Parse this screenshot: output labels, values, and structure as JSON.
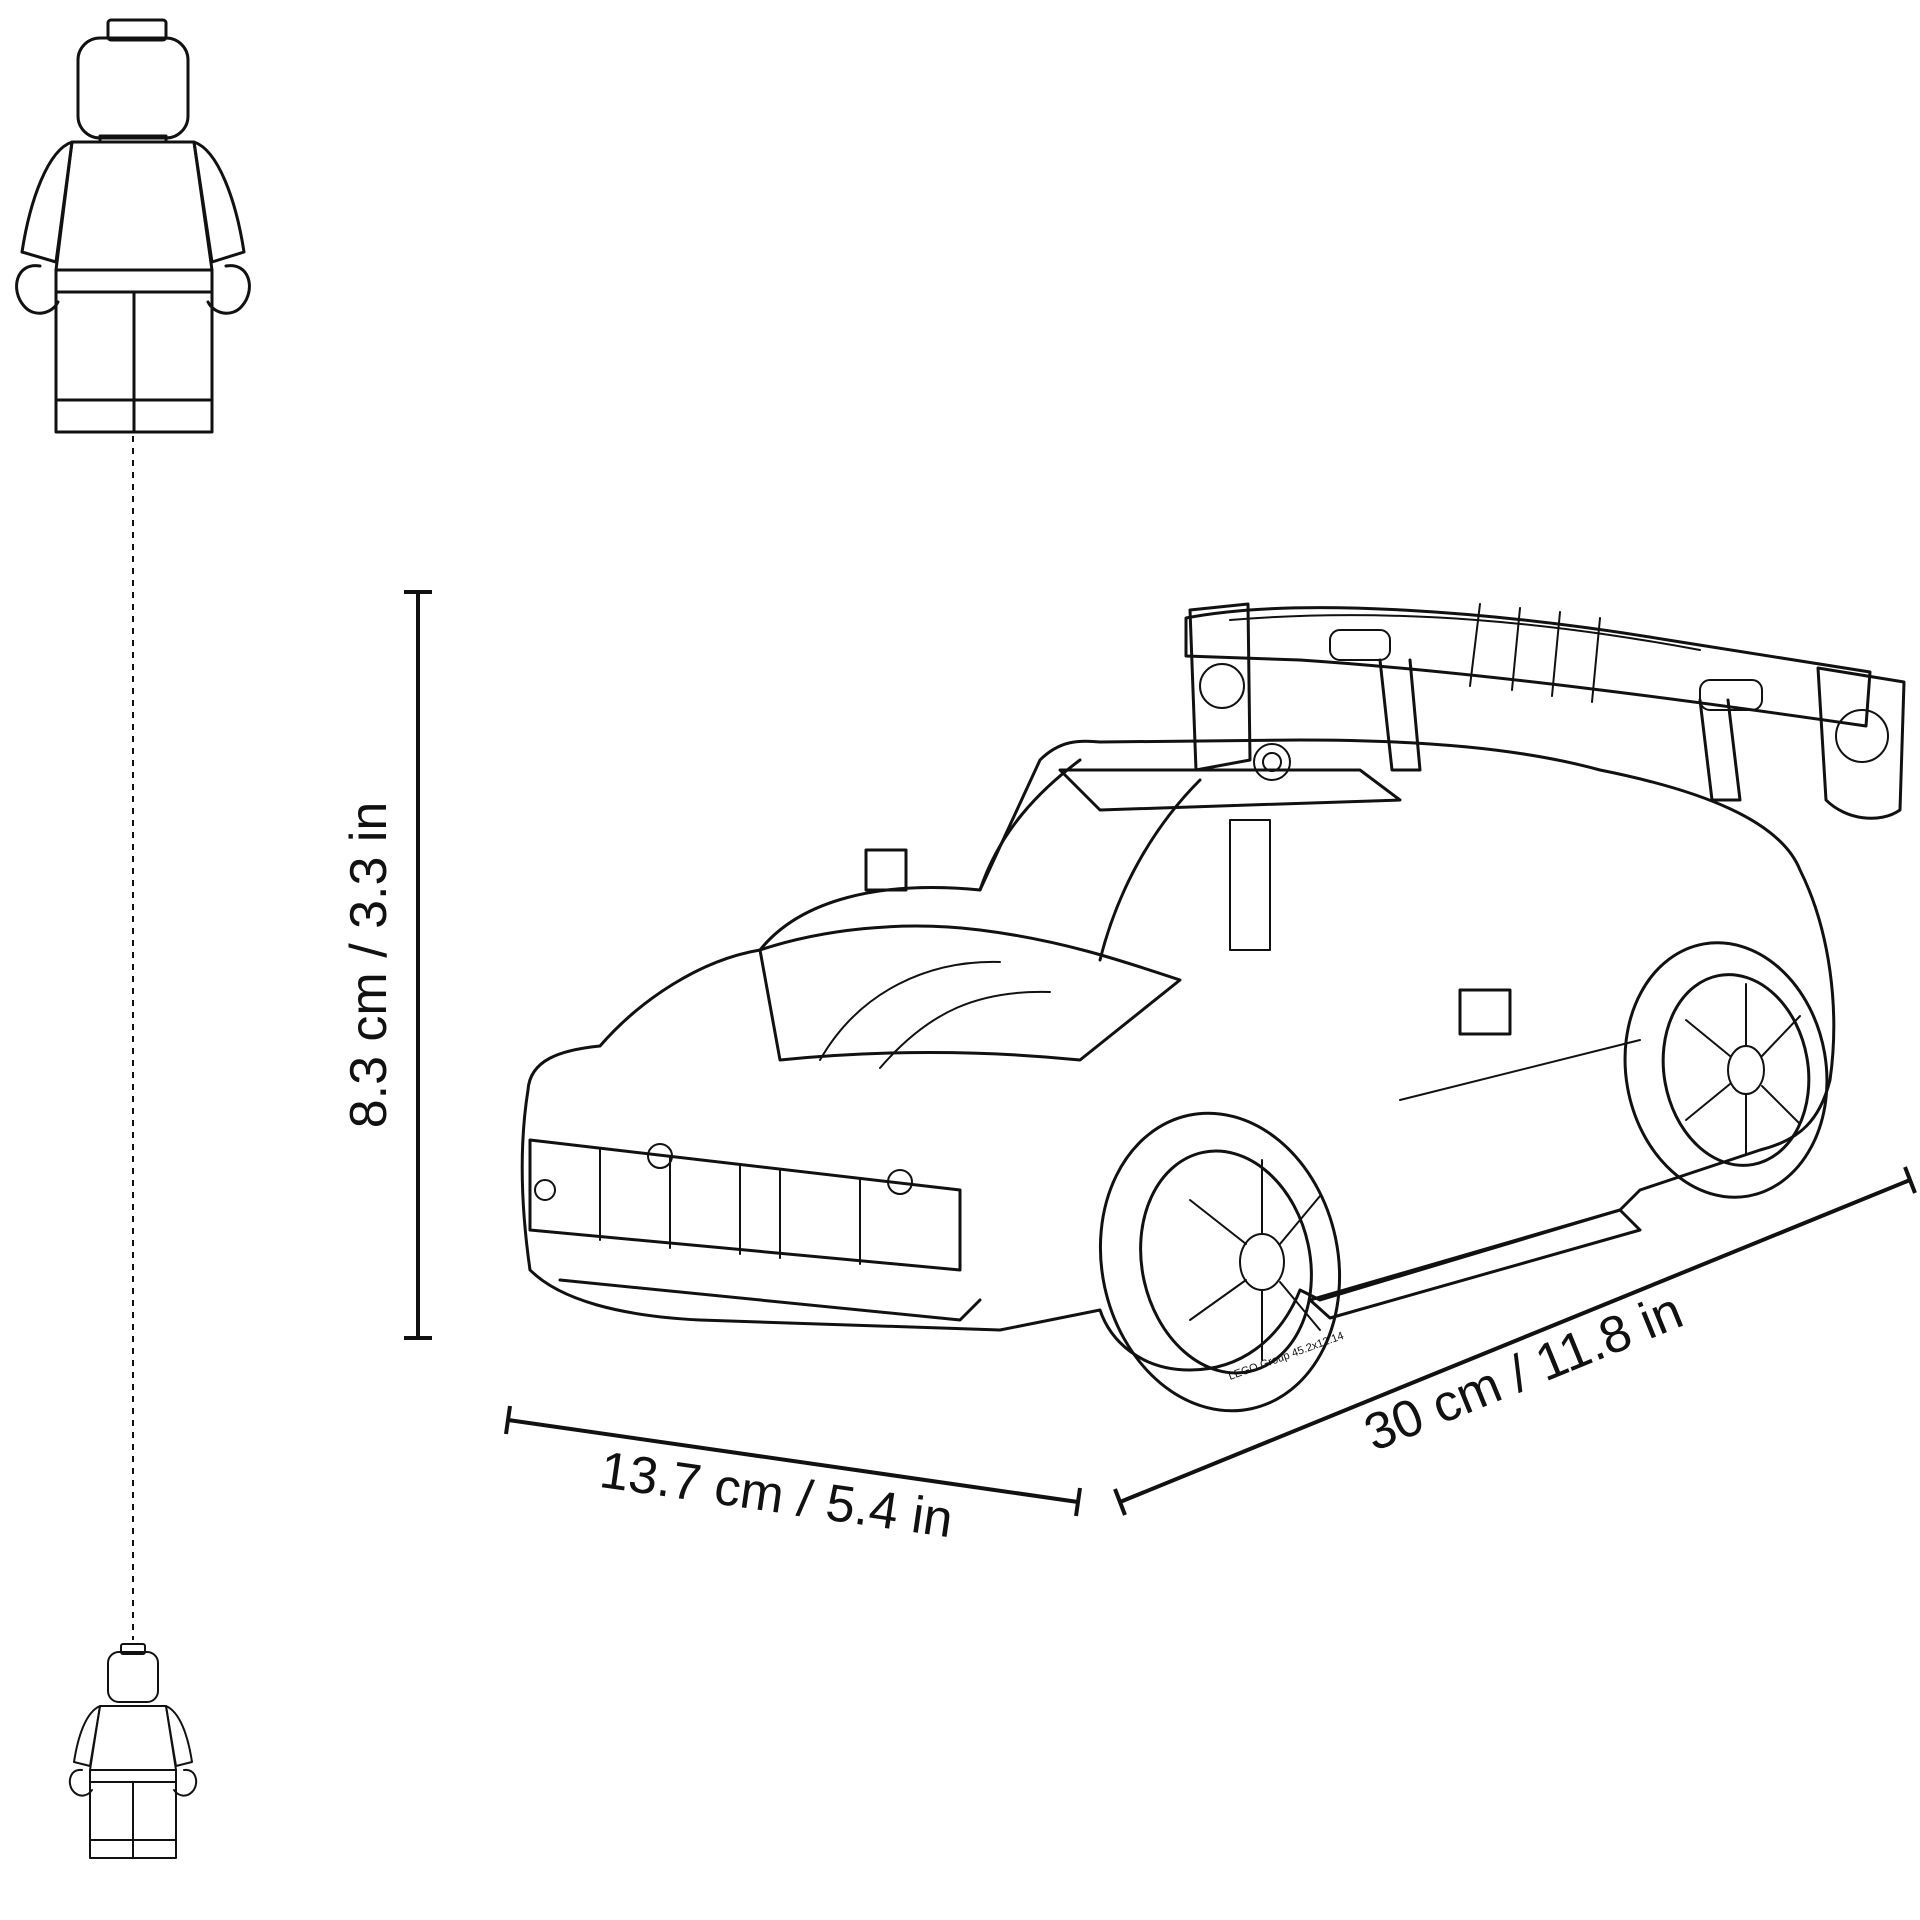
{
  "dimensions": {
    "height_label": "8.3 cm / 3.3 in",
    "width_label": "13.7 cm / 5.4 in",
    "length_label": "30 cm / 11.8 in"
  },
  "figures": {
    "minifigure_large": "minifigure",
    "minifigure_small": "minifigure",
    "model": "sports-car-model"
  },
  "tire_text": "LEGO Group 45.2x12.14",
  "colors": {
    "ink": "#111111",
    "background": "#ffffff"
  }
}
